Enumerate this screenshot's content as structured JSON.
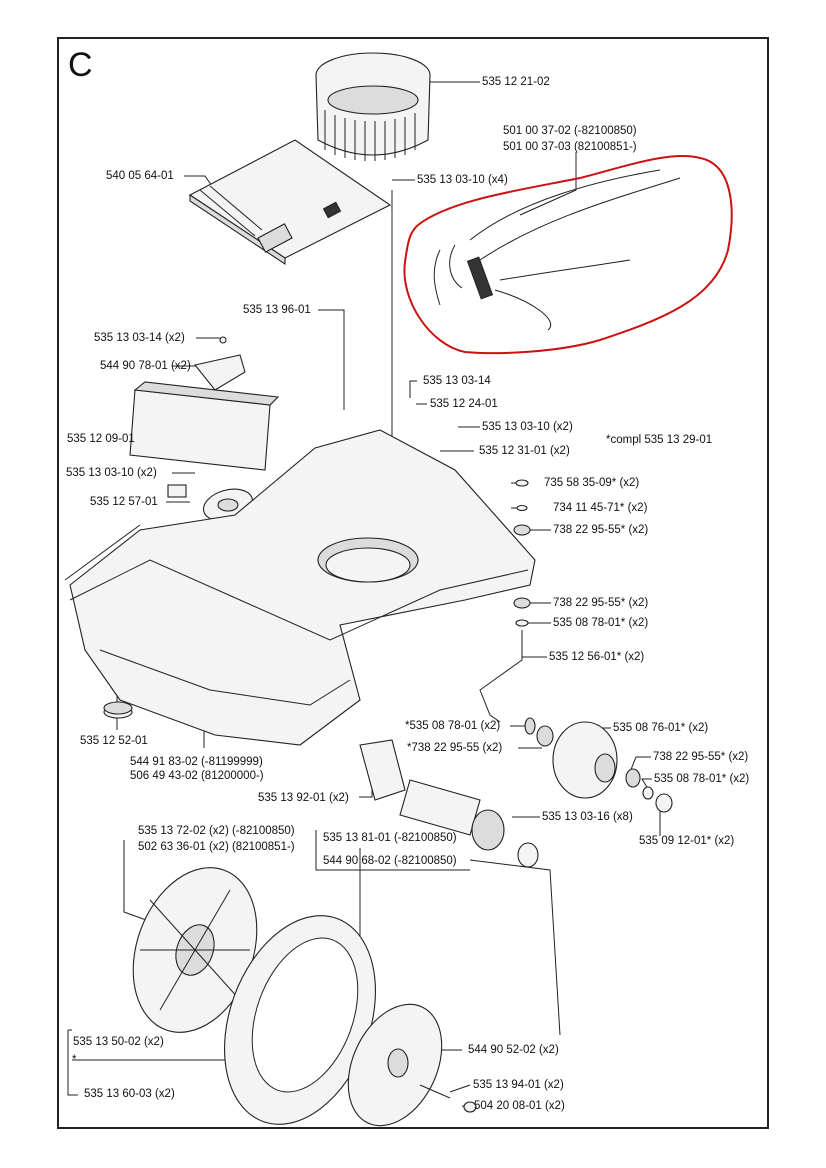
{
  "section_letter": "C",
  "note": "*compl 535 13 29-01",
  "labels": {
    "l01": "535 12 21-02",
    "l02a": "501 00 37-02 (-82100850)",
    "l02b": "501 00 37-03 (82100851-)",
    "l03": "540 05 64-01",
    "l04": "535 13 03-10 (x4)",
    "l05": "535 13 96-01",
    "l06": "535 13 03-14 (x2)",
    "l07": "544 90 78-01 (x2)",
    "l08": "535 13 03-14",
    "l09": "535 12 24-01",
    "l10": "535 13 03-10 (x2)",
    "l11": "535 12 09-01",
    "l12": "535 12 31-01 (x2)",
    "l13": "535 13 03-10 (x2)",
    "l14": "535 12 57-01",
    "l15": "735 58 35-09* (x2)",
    "l16": "734 11 45-71* (x2)",
    "l17": "738 22 95-55* (x2)",
    "l18": "738 22 95-55* (x2)",
    "l19": "535 08 78-01* (x2)",
    "l20": "535 12 56-01* (x2)",
    "l21": "535 12 52-01",
    "l22a": "544 91 83-02 (-81199999)",
    "l22b": "506 49 43-02 (81200000-)",
    "l23": "*535 08 78-01 (x2)",
    "l24": "*738 22 95-55 (x2)",
    "l25": "535 08 76-01* (x2)",
    "l26": "738 22 95-55* (x2)",
    "l27": "535 08 78-01* (x2)",
    "l28": "535 09 12-01* (x2)",
    "l29": "535 13 92-01 (x2)",
    "l30": "535 13 03-16 (x8)",
    "l31a": "535 13 72-02 (x2) (-82100850)",
    "l31b": "502 63 36-01 (x2) (82100851-)",
    "l32": "535 13 81-01 (-82100850)",
    "l33": "544 90 68-02 (-82100850)",
    "l34": "535 13 50-02 (x2)",
    "l35": "*",
    "l36": "535 13 60-03 (x2)",
    "l37": "544 90 52-02 (x2)",
    "l38": "535 13 94-01 (x2)",
    "l39": "504 20 08-01 (x2)"
  },
  "colors": {
    "frame": "#222222",
    "highlight": "#cc1111",
    "line": "#222222"
  }
}
